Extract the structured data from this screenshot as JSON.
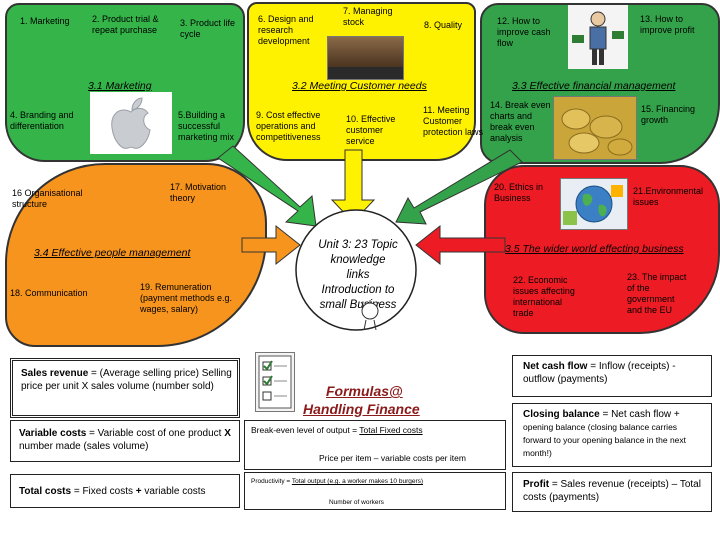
{
  "marketing": {
    "b1": "1. Marketing",
    "b2": "2. Product trial & repeat purchase",
    "b3": "3. Product life cycle",
    "heading": "3.1 Marketing",
    "b4": "4. Branding and differentiation",
    "b5": "5.Building a successful marketing mix"
  },
  "customer": {
    "b6": "6. Design and research development",
    "b7": "7. Managing stock",
    "b8": "8. Quality",
    "heading": "3.2 Meeting Customer needs",
    "b9": "9. Cost effective operations and competitiveness",
    "b10": "10. Effective customer service",
    "b11": "11. Meeting Customer protection laws"
  },
  "finance": {
    "b12": "12. How to improve cash flow",
    "b13": "13. How to improve profit",
    "heading": "3.3 Effective financial management",
    "b14": "14. Break even charts and break even analysis",
    "b15": "15. Financing growth"
  },
  "people": {
    "b16": "16 Organisational structure",
    "b17": "17. Motivation theory",
    "heading": "3.4 Effective people management",
    "b18": "18. Communication",
    "b19": "19. Remuneration (payment methods e.g. wages, salary)"
  },
  "wider": {
    "b20": "20. Ethics in Business",
    "b21": "21.Environmental issues",
    "heading": "3.5 The wider world effecting business",
    "b22": "22. Economic issues affecting international trade",
    "b23": "23. The impact of the government and the EU"
  },
  "center": {
    "text": "Unit 3: 23 Topic knowledge links Introduction to small Business"
  },
  "formulas": {
    "title1": "Formulas@",
    "title2": "Handling Finance",
    "sales_bold": "Sales revenue",
    "sales_rest": " = (Average selling price) Selling price per unit X sales volume (number sold)",
    "variable_bold": "Variable costs",
    "variable_rest_1": " = Variable cost of one product ",
    "variable_x": "X",
    "variable_rest_2": " number made (sales volume)",
    "total_bold": "Total costs",
    "total_rest_1": " = Fixed costs ",
    "total_plus": "+",
    "total_rest_2": " variable costs",
    "breakeven_1": "Break-even level of output = ",
    "breakeven_num": "Total Fixed costs",
    "breakeven_den": "Price per item – variable costs per item",
    "productivity_1": "Productivity = ",
    "productivity_num": "Total output (e.g. a worker makes 10 burgers)",
    "productivity_den": "Number of workers",
    "netcash_bold": "Net cash flow",
    "netcash_rest": " = Inflow (receipts) - outflow (payments)",
    "closing_bold": "Closing balance",
    "closing_rest_1": " = Net cash flow + ",
    "closing_rest_2": "opening balance (closing balance carries forward to your opening balance in the next month!)",
    "profit_bold": "Profit",
    "profit_rest": " = Sales revenue (receipts) – Total costs (payments)"
  },
  "colors": {
    "marketing": "#35b44a",
    "customer": "#fff200",
    "finance": "#33a24a",
    "people": "#f7941d",
    "wider": "#ed1c24"
  }
}
